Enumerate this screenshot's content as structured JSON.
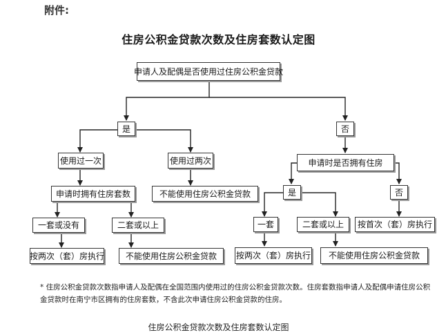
{
  "header": {
    "label": "附件:"
  },
  "diagram": {
    "title": "住房公积金贷款次数及住房套数认定图",
    "nodes": {
      "root": "申请人及配偶是否使用过住房公积金贷款",
      "yes1": "是",
      "no1": "否",
      "used_once": "使用过一次",
      "used_twice": "使用过两次",
      "no_loan_1": "不能使用住房公积金贷款",
      "owned_housing": "申请时拥有住房套数",
      "one_or_none": "一套或没有",
      "two_or_more_1": "二套或以上",
      "second_1": "按两次（套）房执行",
      "no_loan_2": "不能使用住房公积金贷款",
      "has_housing": "申请时是否拥有住房",
      "yes2": "是",
      "no2": "否",
      "one_set": "一套",
      "two_or_more_2": "二套或以上",
      "first": "按首次（套）房执行",
      "second_2": "按两次（套）房执行",
      "no_loan_3": "不能使用住房公积金贷款"
    },
    "note": "* 住房公积金贷款次数指申请人及配偶在全国范围内使用过的住房公积金贷款次数。住房套数指申请人及配偶申请住房公积金贷款时在南宁市区拥有的住房套数，不含此次申请住房公积金贷款的住房。",
    "caption": "住房公积金贷款次数及住房套数认定图"
  }
}
